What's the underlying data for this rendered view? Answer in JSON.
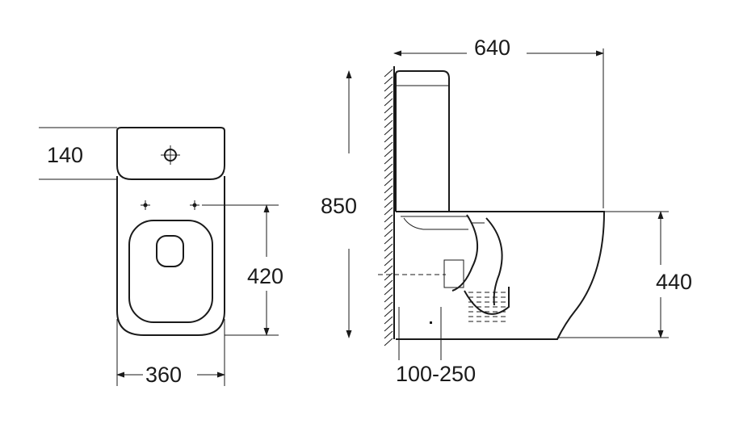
{
  "dimensions": {
    "tank_depth": "140",
    "outlet_height": "420",
    "width": "360",
    "length": "640",
    "height": "850",
    "seat_height": "440",
    "outlet_distance": "100-250"
  },
  "colors": {
    "line": "#1a1a1a",
    "background": "#ffffff"
  }
}
